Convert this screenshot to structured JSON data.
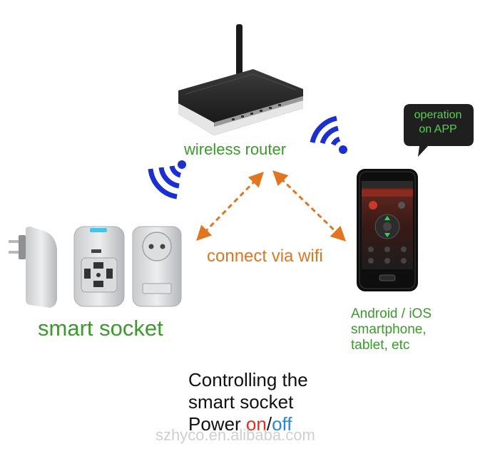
{
  "labels": {
    "router": "wireless router",
    "smart_socket": "smart socket",
    "connection": "connect via wifi",
    "bubble_line1": "operation",
    "bubble_line2": "on APP",
    "device_line1": "Android / iOS",
    "device_line2": "smartphone,",
    "device_line3": "tablet, etc",
    "control_line1": "Controlling the",
    "control_line2": "smart socket",
    "control_line3_prefix": "Power ",
    "control_on": "on",
    "control_slash": "/",
    "control_off": "off",
    "watermark": "szhyco.en.alibaba.com"
  },
  "colors": {
    "green_text": "#3a9a2c",
    "orange_arrow": "#e2751f",
    "wifi_blue": "#1c2fd0",
    "on_red": "#e0301c",
    "off_blue": "#2b86d9",
    "bubble_bg": "#1f1f1f",
    "bubble_text": "#56d24a"
  },
  "icons": [
    "router-icon",
    "wifi-signal-icon",
    "smart-plug-icon",
    "universal-socket-icon",
    "eu-socket-icon",
    "smartphone-icon",
    "speech-bubble-icon",
    "double-arrow-icon"
  ]
}
